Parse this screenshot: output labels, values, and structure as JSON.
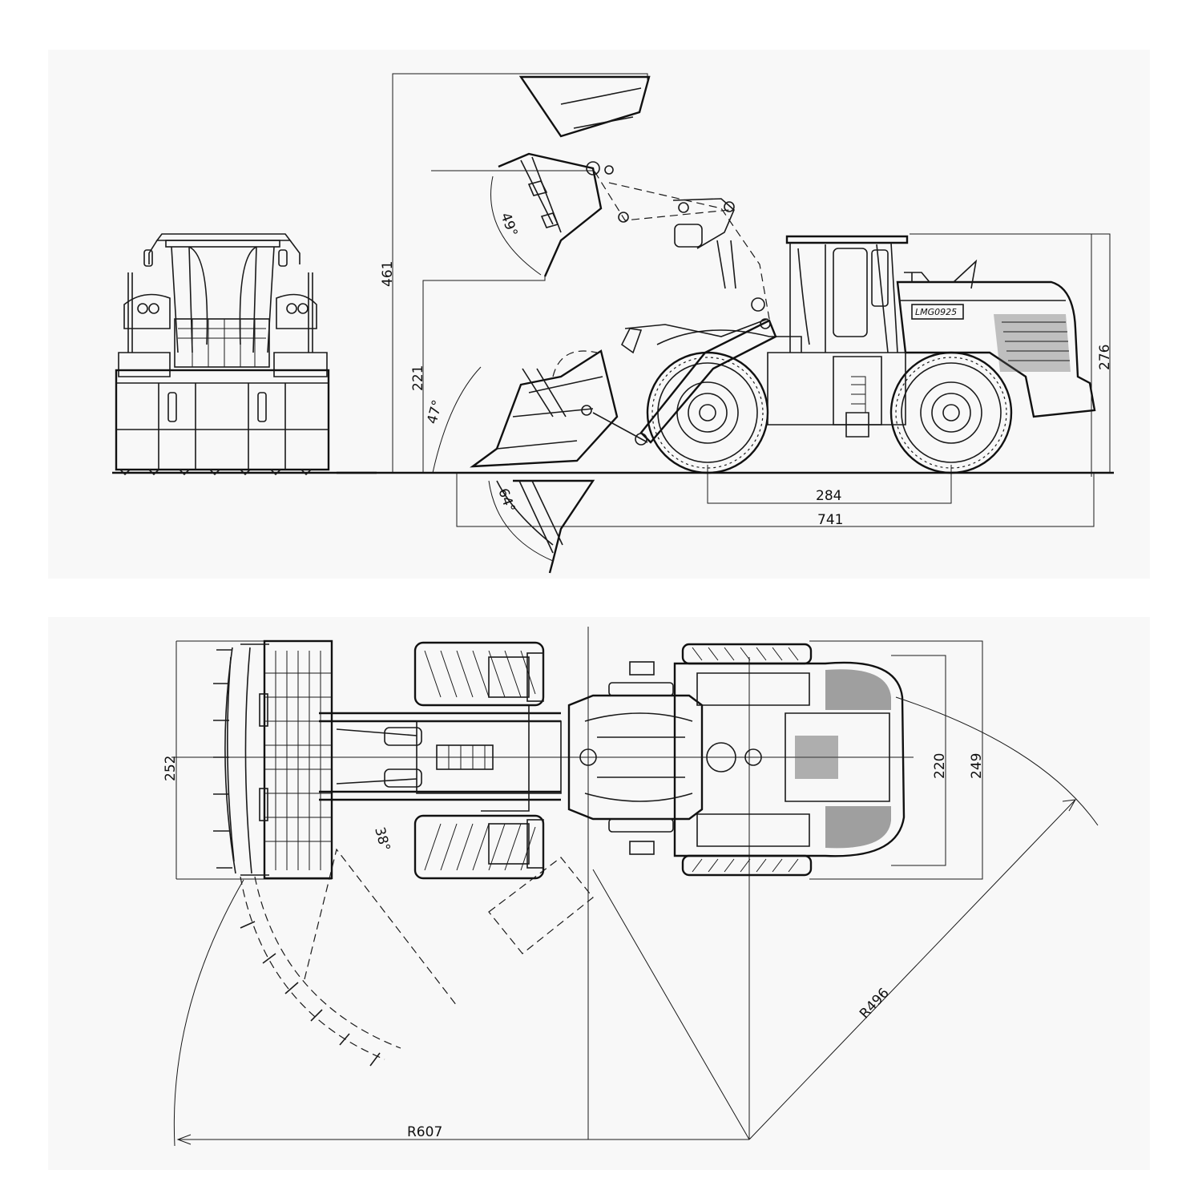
{
  "side_view": {
    "height_max": "461",
    "height_pin": "221",
    "height_cab": "276",
    "wheelbase": "284",
    "length": "741",
    "angle_dump": "49°",
    "angle_rollback": "47°",
    "angle_dig": "64°",
    "brand_text": "LMG0925"
  },
  "top_view": {
    "bucket_width": "252",
    "track_width": "220",
    "body_width": "249",
    "articulation_angle": "38°",
    "outer_radius": "R607",
    "inner_radius": "R496"
  }
}
